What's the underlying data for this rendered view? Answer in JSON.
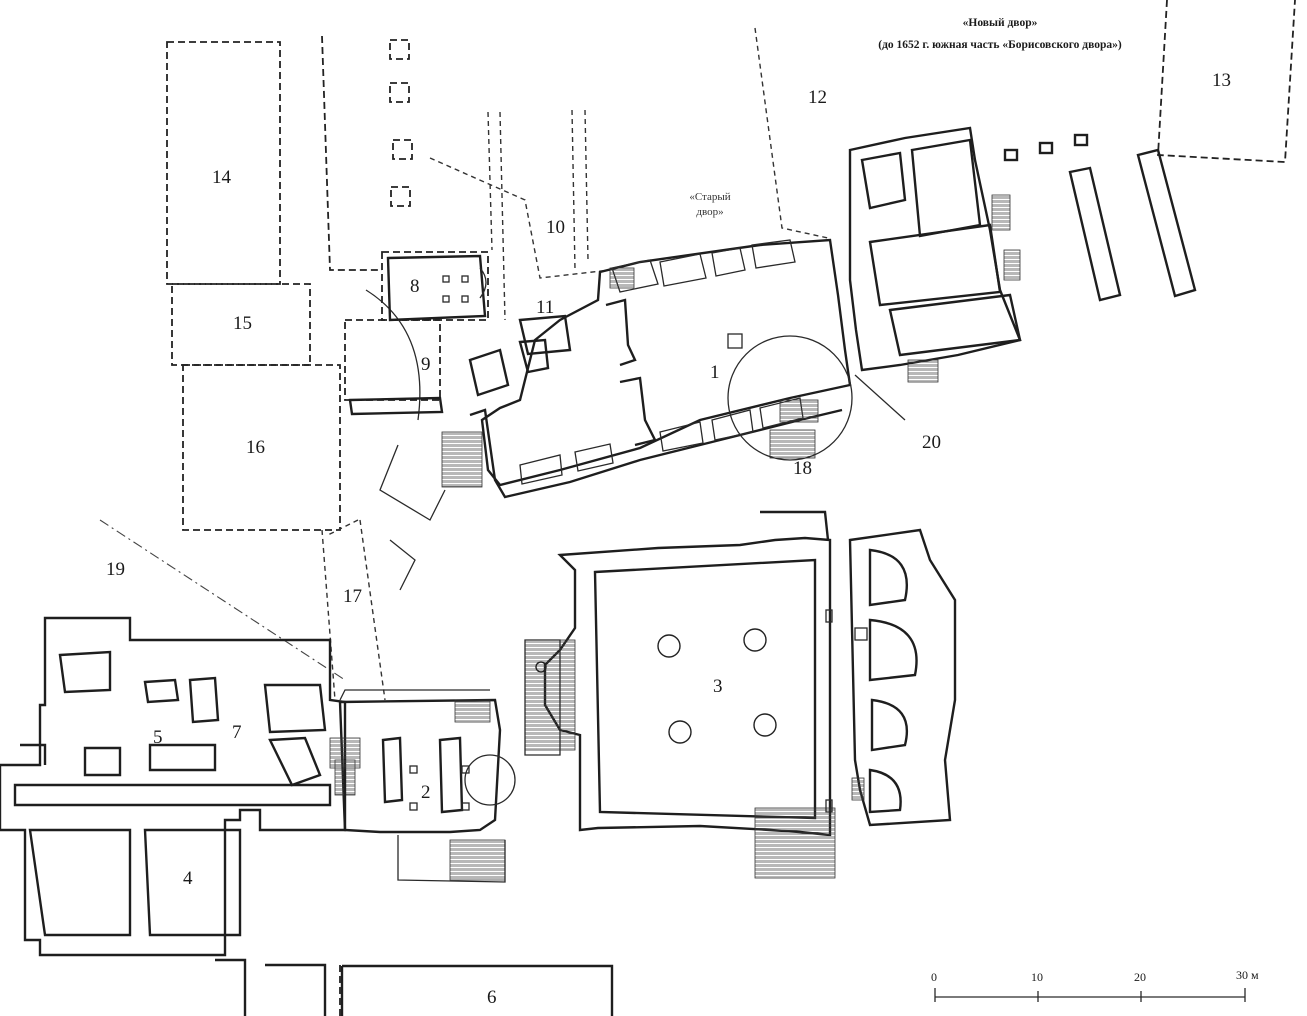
{
  "captions": {
    "new_yard_title": "«Новый двор»",
    "new_yard_subtitle": "(до 1652 г. южная часть «Борисовского двора»)",
    "old_yard_line1": "«Старый",
    "old_yard_line2": "двор»"
  },
  "room_labels": [
    "1",
    "2",
    "3",
    "4",
    "5",
    "6",
    "7",
    "8",
    "9",
    "10",
    "11",
    "12",
    "13",
    "14",
    "15",
    "16",
    "17",
    "18",
    "19",
    "20"
  ],
  "scale_bar": {
    "ticks": [
      "0",
      "10",
      "20",
      "30 м"
    ]
  },
  "colors": {
    "ink": "#1e1e1e",
    "paper": "#ffffff"
  }
}
